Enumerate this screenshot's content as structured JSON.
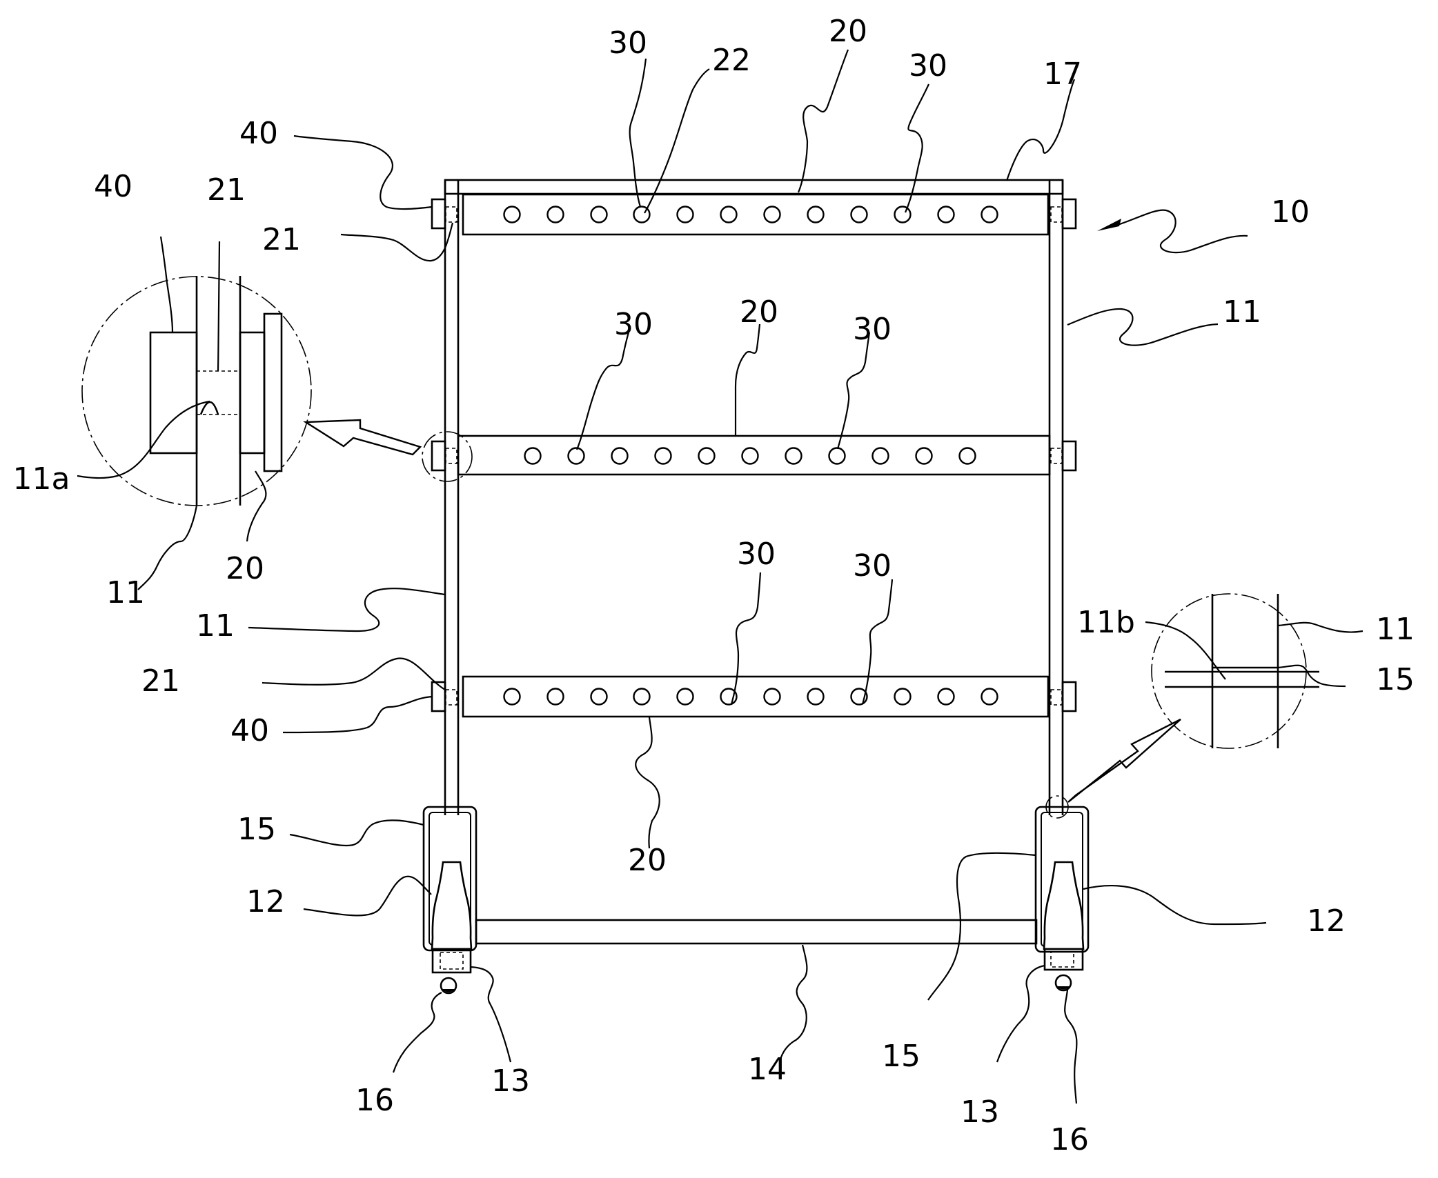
{
  "labels": {
    "r10": "10",
    "r11_right": "11",
    "r11_left": "11",
    "r11_detail_a": "11",
    "r11_detail_b": "11",
    "r11a": "11a",
    "r11b": "11b",
    "r12_left": "12",
    "r12_right": "12",
    "r13_left": "13",
    "r13_right": "13",
    "r14": "14",
    "r15_left": "15",
    "r15_right": "15",
    "r15_detail": "15",
    "r16_left": "16",
    "r16_right": "16",
    "r17": "17",
    "r20_top": "20",
    "r20_mid": "20",
    "r20_bot": "20",
    "r20_detail": "20",
    "r21_top": "21",
    "r21_bot": "21",
    "r21_detail": "21",
    "r22": "22",
    "r30_t1": "30",
    "r30_t2": "30",
    "r30_m1": "30",
    "r30_m2": "30",
    "r30_b1": "30",
    "r30_b2": "30",
    "r40_top": "40",
    "r40_bot": "40",
    "r40_detail": "40"
  }
}
